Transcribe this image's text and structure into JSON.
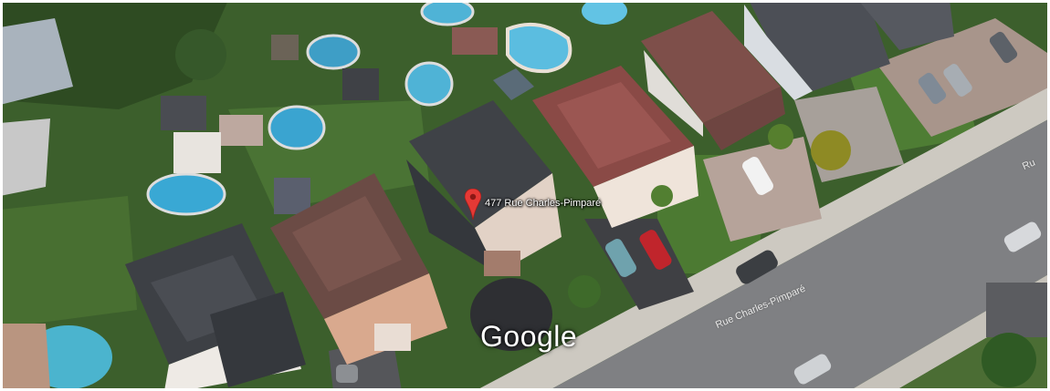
{
  "map": {
    "pin_address": "477 Rue Charles-Pimparé",
    "street_label": "Rue Charles-Pimparé",
    "street_label_partial": "Ru",
    "logo": "Google",
    "pin_icon": "map-pin-icon",
    "colors": {
      "pin": "#e53935",
      "road": "#7f8083",
      "sidewalk": "#c9c6bf",
      "lawn": "#3f6b2a",
      "pool": "#4fb3d6",
      "roof_red": "#8a4a46",
      "roof_dark": "#3f4247",
      "roof_brown": "#6b4b45"
    }
  }
}
